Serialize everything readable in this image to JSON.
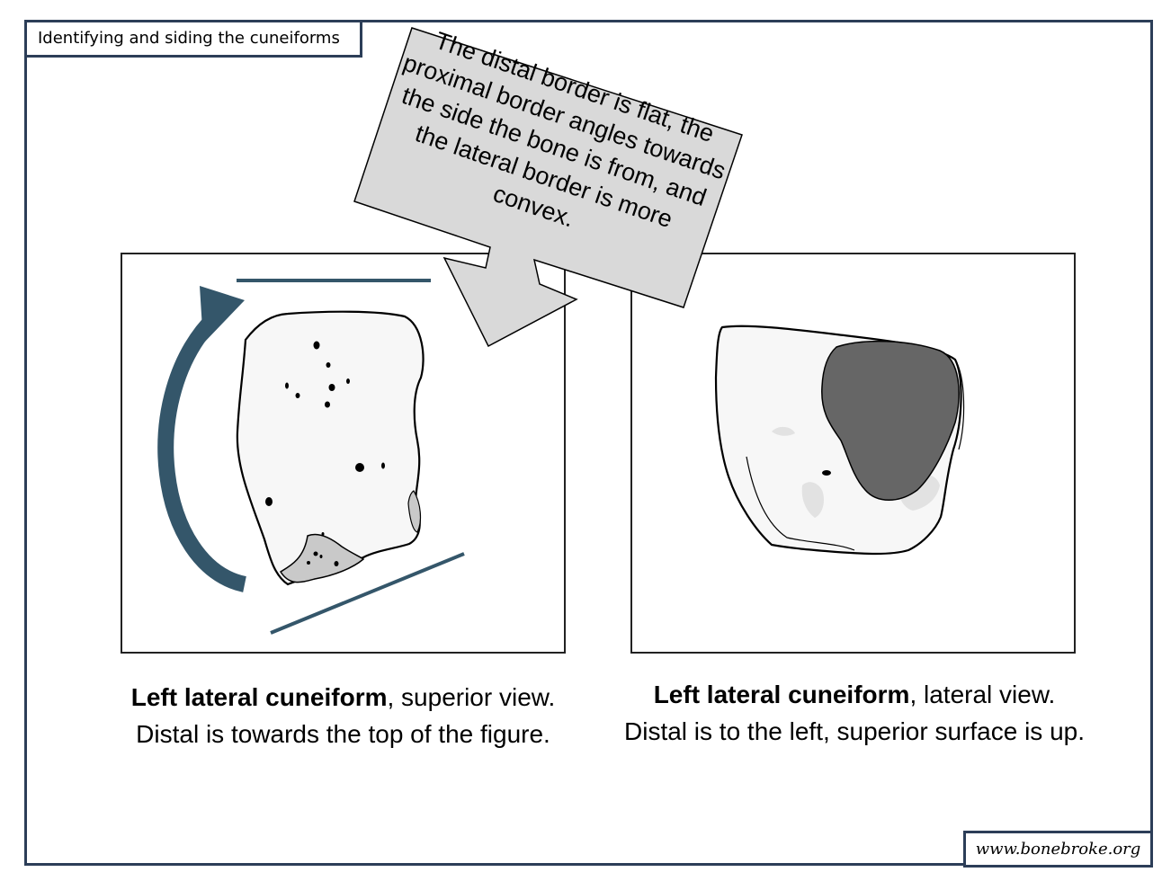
{
  "header": {
    "title": "Identifying and siding the cuneiforms"
  },
  "callout": {
    "text": "The distal border is flat, the proximal border angles towards the side the bone is from, and the lateral border is more convex."
  },
  "figures": [
    {
      "caption_bold": "Left lateral cuneiform",
      "caption_rest": ", superior view. Distal is towards the top of the figure."
    },
    {
      "caption_bold": "Left lateral cuneiform",
      "caption_rest": ", lateral view. Distal is to the left, superior surface is up."
    }
  ],
  "footer": {
    "credit": "www.bonebroke.org"
  },
  "colors": {
    "frame": "#2c3e58",
    "accent": "#34566a",
    "callout_fill": "#d9d9d9",
    "bone_fill": "#f7f7f7",
    "facet_dark": "#666666",
    "facet_light": "#c9c9c9"
  }
}
